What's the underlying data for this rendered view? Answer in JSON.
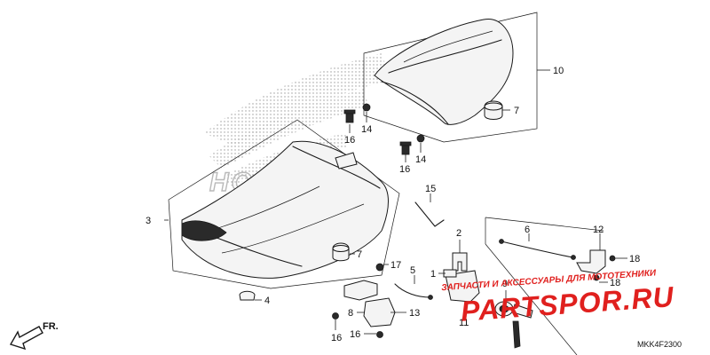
{
  "callouts": {
    "c1": "1",
    "c2": "2",
    "c3": "3",
    "c4": "4",
    "c5": "5",
    "c6": "6",
    "c7a": "7",
    "c7b": "7",
    "c8": "8",
    "c9": "9",
    "c10": "10",
    "c11": "11",
    "c12": "12",
    "c13": "13",
    "c14a": "14",
    "c14b": "14",
    "c15": "15",
    "c16a": "16",
    "c16b": "16",
    "c16c": "16",
    "c16d": "16",
    "c17": "17",
    "c18a": "18",
    "c18b": "18"
  },
  "front_indicator": "FR.",
  "diagram_code": "MKK4F2300",
  "watermark": {
    "brand": "HONDA",
    "site": "PARTSPOR.RU",
    "tagline": "ЗАПЧАСТИ И АКСЕССУАРЫ ДЛЯ МОТОТЕХНИКИ"
  },
  "colors": {
    "line": "#1a1a1a",
    "watermark_red": "#e0201e",
    "honda_gray": "#b9b9b9"
  }
}
